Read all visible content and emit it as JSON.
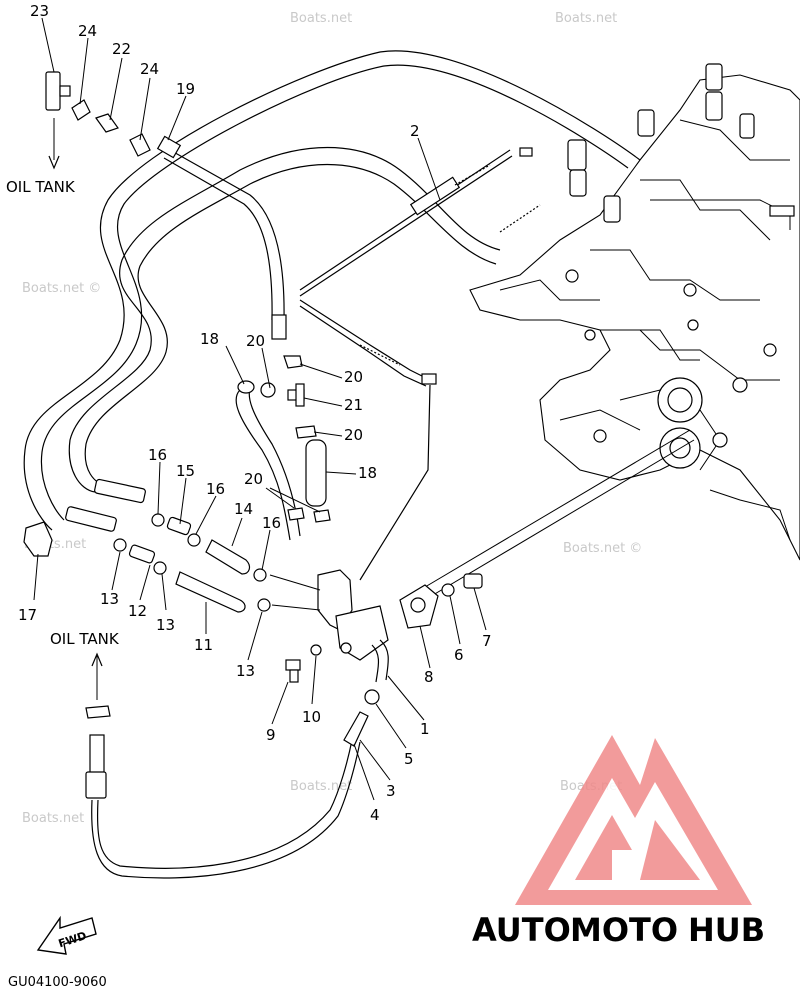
{
  "callouts": [
    "23",
    "24",
    "22",
    "24",
    "19",
    "2",
    "18",
    "20",
    "20",
    "21",
    "20",
    "16",
    "15",
    "16",
    "20",
    "18",
    "14",
    "16",
    "17",
    "13",
    "12",
    "13",
    "11",
    "13",
    "9",
    "10",
    "1",
    "5",
    "3",
    "4",
    "8",
    "6",
    "7"
  ],
  "labels": {
    "oil_tank_top": "OIL TANK",
    "oil_tank_bottom": "OIL TANK",
    "fwd": "FWD",
    "diagram_code": "GU04100-9060"
  },
  "watermark": "Boats.net",
  "watermark_c": "Boats.net ©",
  "logo": {
    "auto": "AUTO",
    "moto": "MOTO",
    "hub": "HUB",
    "color_auto": "#f4a83a",
    "color_moto": "#e8504f",
    "color_hub": "#5a5a5a"
  },
  "icons": [
    "arrow-down-icon",
    "arrow-up-icon",
    "fwd-arrow-icon",
    "triangle-logo-icon"
  ]
}
